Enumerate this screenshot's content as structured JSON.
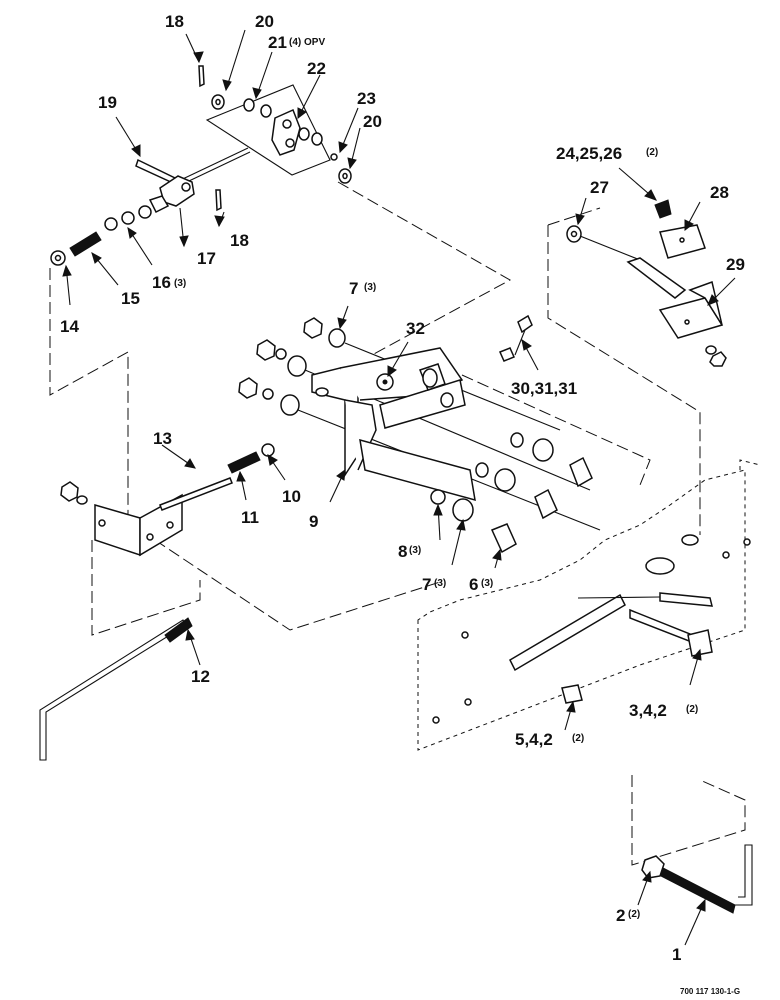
{
  "callouts": {
    "c18a": {
      "num": "18",
      "qty": ""
    },
    "c20a": {
      "num": "20",
      "qty": ""
    },
    "c21": {
      "num": "21",
      "qty": "(4) OPV"
    },
    "c22": {
      "num": "22",
      "qty": ""
    },
    "c19": {
      "num": "19",
      "qty": ""
    },
    "c23": {
      "num": "23",
      "qty": ""
    },
    "c20b": {
      "num": "20",
      "qty": ""
    },
    "c24": {
      "num": "24,25,26",
      "qty": "(2)"
    },
    "c27": {
      "num": "27",
      "qty": ""
    },
    "c28": {
      "num": "28",
      "qty": ""
    },
    "c18b": {
      "num": "18",
      "qty": ""
    },
    "c17": {
      "num": "17",
      "qty": ""
    },
    "c14": {
      "num": "14",
      "qty": ""
    },
    "c15": {
      "num": "15",
      "qty": ""
    },
    "c16": {
      "num": "16",
      "qty": "(3)"
    },
    "c29": {
      "num": "29",
      "qty": ""
    },
    "c7a": {
      "num": "7",
      "qty": "(3)"
    },
    "c32": {
      "num": "32",
      "qty": ""
    },
    "c30": {
      "num": "30,31,31",
      "qty": ""
    },
    "c13": {
      "num": "13",
      "qty": ""
    },
    "c10": {
      "num": "10",
      "qty": ""
    },
    "c11": {
      "num": "11",
      "qty": ""
    },
    "c9": {
      "num": "9",
      "qty": ""
    },
    "c8": {
      "num": "8",
      "qty": "(3)"
    },
    "c7b": {
      "num": "7",
      "qty": "(3)"
    },
    "c6": {
      "num": "6",
      "qty": "(3)"
    },
    "c12": {
      "num": "12",
      "qty": ""
    },
    "c3": {
      "num": "3,4,2",
      "qty": "(2)"
    },
    "c5": {
      "num": "5,4,2",
      "qty": "(2)"
    },
    "c2": {
      "num": "2",
      "qty": "(2)"
    },
    "c1": {
      "num": "1",
      "qty": ""
    }
  },
  "figure_code": "700 117 130-1-G"
}
